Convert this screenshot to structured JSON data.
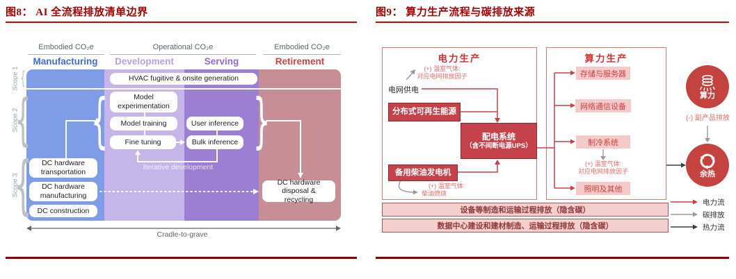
{
  "fig8": {
    "caption": "图8：  AI 全流程排放清单边界",
    "headers": {
      "left": "Embodied CO₂e",
      "mid": "Operational CO₂e",
      "right": "Embodied CO₂e"
    },
    "phases": {
      "manufacturing": "Manufacturing",
      "development": "Development",
      "serving": "Serving",
      "retirement": "Retirement"
    },
    "scopes": {
      "s1": "Scope 1",
      "s2": "Scope 2",
      "s3": "Scope 3"
    },
    "boxes": {
      "hvac": "HVAC fugitive & onsite generation",
      "model_experimentation": "Model experimentation",
      "model_training": "Model training",
      "fine_tuning": "Fine tuning",
      "user_inference": "User inference",
      "bulk_inference": "Bulk inference",
      "dc_transportation": "DC hardware transportation",
      "dc_manufacturing": "DC hardware manufacturing",
      "dc_construction": "DC construction",
      "dc_disposal": "DC hardware disposal & recycling"
    },
    "labels": {
      "iterative": "Iterative development",
      "cradle": "Cradle-to-grave"
    },
    "colors": {
      "manufacturing_fill": "#7e9de6",
      "development_fill": "#c6b5e8",
      "serving_fill": "#9c7ed2",
      "retirement_fill": "#c78e96",
      "manufacturing_label": "#3d6be0",
      "development_label": "#b3a1e6",
      "serving_label": "#9468d2",
      "retirement_label": "#cf453f"
    }
  },
  "fig9": {
    "caption": "图9：  算力生产流程与碳排放来源",
    "panels": {
      "power": "电力生产",
      "compute": "算力生产"
    },
    "nodes": {
      "grid_supply": "电网供电",
      "renewable": "分布式可再生能源",
      "distribution_line1": "配电系统",
      "distribution_line2": "（含不间断电源UPS）",
      "diesel": "备用柴油发电机",
      "storage_servers": "存储与服务器",
      "network_equipment": "网络通信设备",
      "cooling_system": "制冷系统",
      "lighting_other": "照明及其他"
    },
    "notes": {
      "grid_line1": "(+) 温室气体:",
      "grid_line2": "对应电网排放因子",
      "diesel_line1": "(+) 温室气体:",
      "diesel_line2": "柴油燃烧",
      "cooling_line1": "(+) 温室气体:",
      "cooling_line2": "对应电网排放因子",
      "byproduct": "(-) 副产品排放"
    },
    "circles": {
      "compute": "算力",
      "heat": "余热"
    },
    "icons": {
      "compute": "database-stack-icon",
      "heat": "recycle-icon"
    },
    "legend": [
      {
        "label": "电力流",
        "color": "#d23b3b"
      },
      {
        "label": "碳排放",
        "color": "#9a9a9a"
      },
      {
        "label": "热力流",
        "color": "#3c3c3c"
      }
    ],
    "bars": {
      "bar1": "设备等制造和运输过程排放（隐含碳）",
      "bar2": "数据中心建设和建材制造、运输过程排放（隐含碳）"
    },
    "colors": {
      "flow_red": "#c5424b",
      "box_red": "#c5424b",
      "pink": "#f5cbca"
    }
  }
}
